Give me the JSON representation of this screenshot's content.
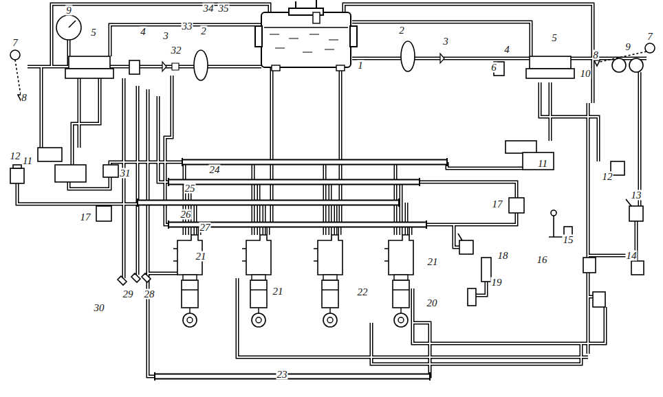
{
  "diagram": {
    "labels": [
      "34",
      "35",
      "33",
      "32",
      "1",
      "6",
      "7",
      "9",
      "5",
      "4",
      "3",
      "2",
      "2",
      "3",
      "4",
      "5",
      "7",
      "8",
      "9",
      "8",
      "10",
      "12",
      "11",
      "31",
      "24",
      "11",
      "12",
      "25",
      "13",
      "17",
      "26",
      "17",
      "27",
      "15",
      "18",
      "14",
      "16",
      "21",
      "21",
      "19",
      "21",
      "22",
      "29",
      "28",
      "20",
      "30",
      "23"
    ]
  }
}
